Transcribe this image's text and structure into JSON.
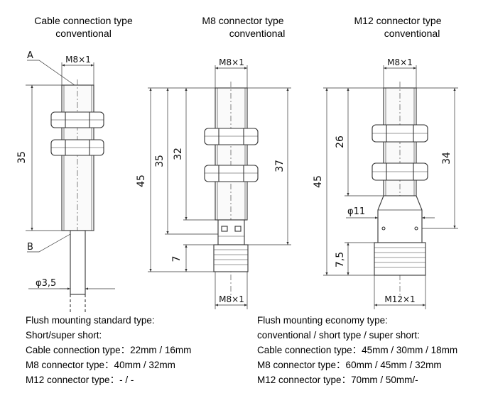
{
  "headings": {
    "cable": {
      "line1": "Cable connection type",
      "line2": "conventional"
    },
    "m8": {
      "line1": "M8 connector type",
      "line2": "conventional"
    },
    "m12": {
      "line1": "M12 connector type",
      "line2": "conventional"
    }
  },
  "dimensions": {
    "cable": {
      "thread": "M8×1",
      "length": "35",
      "cable_dia": "φ3,5",
      "label_a": "A",
      "label_b": "B"
    },
    "m8": {
      "thread_top": "M8×1",
      "thread_bottom": "M8×1",
      "overall": "45",
      "body": "35",
      "thread_len": "32",
      "conn_len": "37",
      "pin": "7"
    },
    "m12": {
      "thread_top": "M8×1",
      "thread_bottom": "M12×1",
      "overall": "45",
      "thread_len": "26",
      "body": "34",
      "dia": "φ11",
      "conn_len": "7,5"
    }
  },
  "notes_left": {
    "l1": "Flush mounting standard type:",
    "l2": "Short/super short:",
    "l3": "Cable connection type：22mm / 16mm",
    "l4": "M8 connector type：40mm / 32mm",
    "l5": "M12 connector type：- / -"
  },
  "notes_right": {
    "l1": "Flush mounting  economy type:",
    "l2": "conventional / short type / super short:",
    "l3": "Cable connection type：45mm / 30mm / 18mm",
    "l4": "M8 connector type：60mm / 45mm / 32mm",
    "l5": "M12 connector type：70mm / 50mm/-"
  }
}
